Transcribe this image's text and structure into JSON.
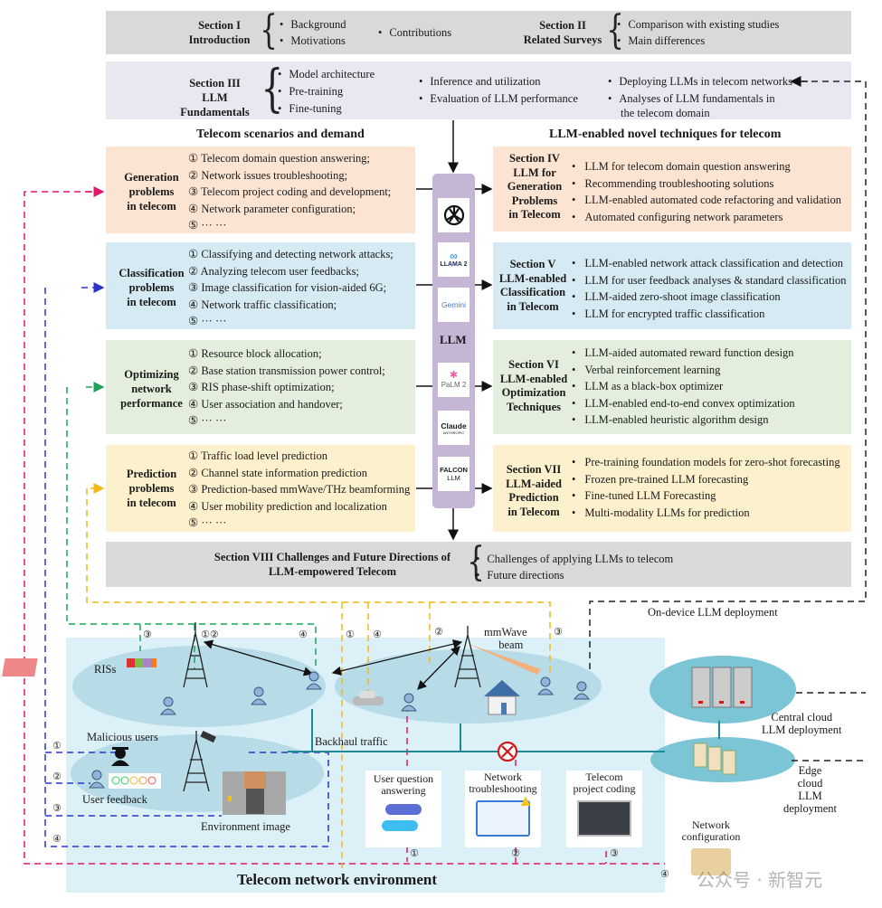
{
  "section1": {
    "title_line1": "Section I",
    "title_line2": "Introduction",
    "bullets": [
      "Background",
      "Motivations",
      "Contributions"
    ]
  },
  "section2": {
    "title_line1": "Section II",
    "title_line2": "Related Surveys",
    "bullets": [
      "Comparison with existing studies",
      "Main differences"
    ]
  },
  "section3": {
    "title_line1": "Section III",
    "title_line2": "LLM Fundamentals",
    "bullets": [
      "Model architecture",
      "Pre-training",
      "Fine-tuning",
      "Inference and utilization",
      "Evaluation of LLM performance",
      "Deploying LLMs in telecom networks",
      "Analyses of LLM fundamentals in",
      "the telecom domain"
    ]
  },
  "headings": {
    "left": "Telecom scenarios and demand",
    "right": "LLM-enabled novel techniques for telecom"
  },
  "problems": [
    {
      "title": [
        "Generation",
        "problems",
        "in telecom"
      ],
      "items": [
        "① Telecom domain question answering;",
        "② Network issues troubleshooting;",
        "③ Telecom project coding and development;",
        "④ Network parameter configuration;",
        "⑤ ··· ···"
      ]
    },
    {
      "title": [
        "Classification",
        "problems",
        "in telecom"
      ],
      "items": [
        "① Classifying and detecting network attacks;",
        "② Analyzing telecom user feedbacks;",
        "③ Image classification for vision-aided 6G;",
        "④ Network traffic classification;",
        "⑤ ··· ···"
      ]
    },
    {
      "title": [
        "Optimizing",
        "network",
        "performance"
      ],
      "items": [
        "① Resource block allocation;",
        "② Base station transmission power control;",
        "③ RIS phase-shift optimization;",
        "④ User association and handover;",
        "⑤ ··· ···"
      ]
    },
    {
      "title": [
        "Prediction",
        "problems",
        "in telecom"
      ],
      "items": [
        "① Traffic load level prediction",
        "② Channel state information prediction",
        "③ Prediction-based mmWave/THz beamforming",
        "④ User mobility prediction and localization",
        "⑤ ··· ···"
      ]
    }
  ],
  "techniques": [
    {
      "title": [
        "Section IV",
        "LLM for",
        "Generation",
        "Problems",
        "in Telecom"
      ],
      "items": [
        "LLM for telecom domain question answering",
        "Recommending troubleshooting solutions",
        "LLM-enabled automated code refactoring and validation",
        "Automated configuring network parameters"
      ]
    },
    {
      "title": [
        "Section V",
        "LLM-enabled",
        "Classification",
        "in Telecom"
      ],
      "items": [
        "LLM-enabled network attack classification and detection",
        "LLM for user feedback analyses & standard classification",
        "LLM-aided zero-shoot image classification",
        "LLM for encrypted traffic classification"
      ]
    },
    {
      "title": [
        "Section VI",
        "LLM-enabled",
        "Optimization",
        "Techniques"
      ],
      "items": [
        "LLM-aided automated reward function design",
        "Verbal reinforcement learning",
        "LLM as a black-box optimizer",
        "LLM-enabled end-to-end convex optimization",
        "LLM-enabled heuristic algorithm design"
      ]
    },
    {
      "title": [
        "Section VII",
        "LLM-aided",
        "Prediction",
        "in Telecom"
      ],
      "items": [
        "Pre-training foundation models for zero-shot forecasting",
        "Frozen pre-trained LLM forecasting",
        "Fine-tuned LLM Forecasting",
        "Multi-modality LLMs for prediction"
      ]
    }
  ],
  "llm": {
    "label": "LLM",
    "logos": [
      "openai-logo",
      "LLAMA 2",
      "Gemini",
      "PaLM 2",
      "Claude",
      "FALCON LLM"
    ],
    "claude_sub": "ANTHROPIC",
    "falcon_line1": "FALCON",
    "falcon_line2": "LLM",
    "llama_mark": "∞"
  },
  "section8": {
    "title_line1": "Section VIII Challenges and Future Directions of",
    "title_line2": "LLM-empowered Telecom",
    "bullets": [
      "Challenges of applying LLMs to telecom",
      "Future directions"
    ]
  },
  "environment": {
    "title": "Telecom network environment",
    "labels": {
      "riss": "RISs",
      "malicious": "Malicious users",
      "feedback": "User feedback",
      "env_image": "Environment image",
      "backhaul": "Backhaul traffic",
      "mmwave1": "mmWave",
      "mmwave2": "beam",
      "on_device": "On-device LLM deployment",
      "central1": "Central cloud",
      "central2": "LLM deployment",
      "edge1": "Edge",
      "edge2": "cloud",
      "edge3": "LLM",
      "edge4": "deployment"
    },
    "cards": [
      {
        "line1": "User question",
        "line2": "answering",
        "num": "①"
      },
      {
        "line1": "Network",
        "line2": "troubleshooting",
        "num": "②"
      },
      {
        "line1": "Telecom",
        "line2": "project coding",
        "num": "③"
      },
      {
        "line1": "Network",
        "line2": "configuration",
        "num": "④"
      }
    ],
    "markers": {
      "n1": "①",
      "n2": "②",
      "n3": "③",
      "n4": "④",
      "n12": "①②"
    }
  },
  "watermark": "公众号 · 新智元",
  "colors": {
    "generation": "#e0186b",
    "classification": "#2a35c8",
    "optimization": "#1fa35a",
    "prediction": "#f0b819",
    "deploy": "#222222",
    "backhaul": "#1e8a95"
  }
}
